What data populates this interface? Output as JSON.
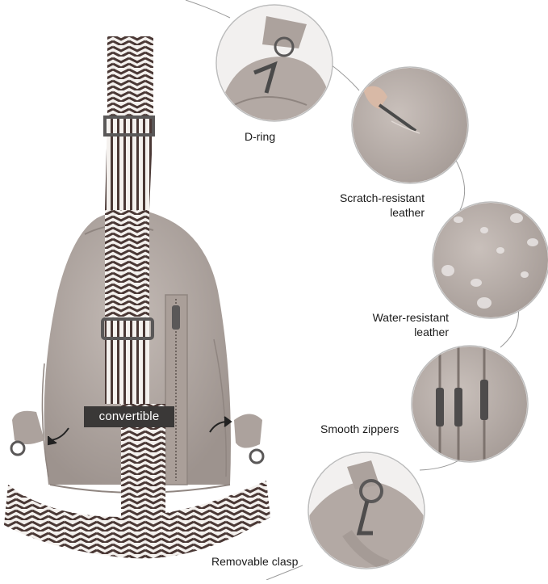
{
  "badge": {
    "text": "convertible"
  },
  "features": [
    {
      "lines": [
        "D-ring"
      ]
    },
    {
      "lines": [
        "Scratch-resistant",
        "leather"
      ]
    },
    {
      "lines": [
        "Water-resistant",
        "leather"
      ]
    },
    {
      "lines": [
        "Smooth zippers"
      ]
    },
    {
      "lines": [
        "Removable clasp"
      ]
    }
  ],
  "colors": {
    "bag": "#b3a9a4",
    "bag_dark": "#8f8580",
    "strap_light": "#f4f1ee",
    "strap_dark": "#4a3835",
    "hardware": "#5a5858"
  }
}
